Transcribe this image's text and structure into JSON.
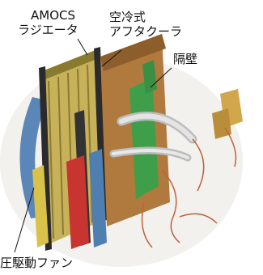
{
  "labels": {
    "radiator_line1": "AMOCS",
    "radiator_line2": "ラジエータ",
    "aftercooler_line1": "空冷式",
    "aftercooler_line2": "アフタクーラ",
    "bulkhead": "隔壁",
    "fan": "圧駆動ファン"
  },
  "colors": {
    "background": "#ffffff",
    "radiator_fins": "#b9a24a",
    "frame_dark": "#2b2b2b",
    "panel_wood": "#b07a3e",
    "green_panel": "#3f9e4a",
    "blue_duct": "#4f7fb0",
    "red_block": "#c8342f",
    "pipe": "#d9d9d9",
    "wire": "#c0603a"
  }
}
